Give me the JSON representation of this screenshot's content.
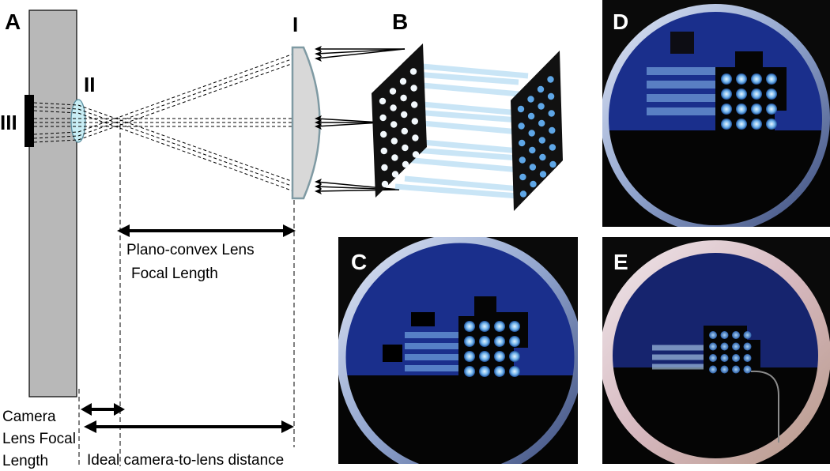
{
  "panels": {
    "a": "A",
    "b": "B",
    "c": "C",
    "d": "D",
    "e": "E"
  },
  "roman": {
    "i": "I",
    "ii": "II",
    "iii": "III"
  },
  "labels": {
    "plano_line1": "Plano-convex Lens",
    "plano_line2": "Focal Length",
    "camera_line1": "Camera",
    "camera_line2": "Lens Focal",
    "camera_line3": "Length",
    "ideal": "Ideal camera-to-lens distance"
  },
  "colors": {
    "camera_body": "#b8b8b8",
    "lens": "#d8d8d8",
    "lens_edge": "#7f9aa3",
    "small_lens": "#c9eef5",
    "fiber": "#8fc7e8",
    "photo_blue": "#1a2f8c",
    "photo_ring": "#c8d4f0"
  }
}
